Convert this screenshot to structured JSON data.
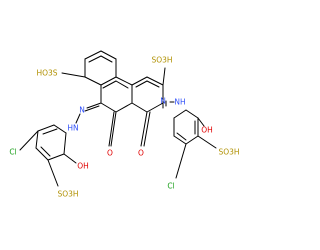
{
  "colors": {
    "carbon_bond": "#000000",
    "oxygen": "#e00000",
    "nitrogen": "#3050f8",
    "sulfur": "#b09000",
    "chlorine": "#1ca01c",
    "background": "#ffffff"
  },
  "labels": [
    {
      "id": "so3h_tl",
      "text": "HO3S",
      "element": "S"
    },
    {
      "id": "so3h_tr",
      "text": "SO3H",
      "element": "S"
    },
    {
      "id": "o_left",
      "text": "O",
      "element": "O"
    },
    {
      "id": "o_right",
      "text": "O",
      "element": "O"
    },
    {
      "id": "n1",
      "text": "N",
      "element": "N"
    },
    {
      "id": "hn1",
      "text": "HN",
      "element": "N"
    },
    {
      "id": "n2",
      "text": "N",
      "element": "N"
    },
    {
      "id": "nh2",
      "text": "NH",
      "element": "N"
    },
    {
      "id": "cl_left",
      "text": "Cl",
      "element": "Cl"
    },
    {
      "id": "oh_left",
      "text": "OH",
      "element": "O"
    },
    {
      "id": "so3h_bl",
      "text": "SO3H",
      "element": "S"
    },
    {
      "id": "oh_right",
      "text": "OH",
      "element": "O"
    },
    {
      "id": "so3h_br",
      "text": "SO3H",
      "element": "S"
    },
    {
      "id": "cl_right",
      "text": "Cl",
      "element": "Cl"
    }
  ]
}
